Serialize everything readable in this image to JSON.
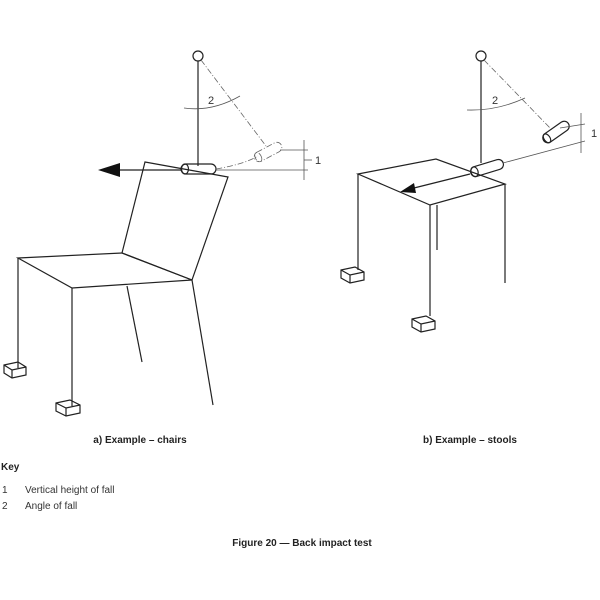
{
  "figure": {
    "caption": "Figure 20 — Back impact test",
    "subfigures": [
      {
        "label": "a) Example – chairs",
        "dimension_labels": [
          "1",
          "2"
        ]
      },
      {
        "label": "b) Example – stools",
        "dimension_labels": [
          "1",
          "2"
        ]
      }
    ]
  },
  "key": {
    "title": "Key",
    "items": [
      {
        "number": "1",
        "text": "Vertical height of fall"
      },
      {
        "number": "2",
        "text": "Angle of fall"
      }
    ]
  }
}
